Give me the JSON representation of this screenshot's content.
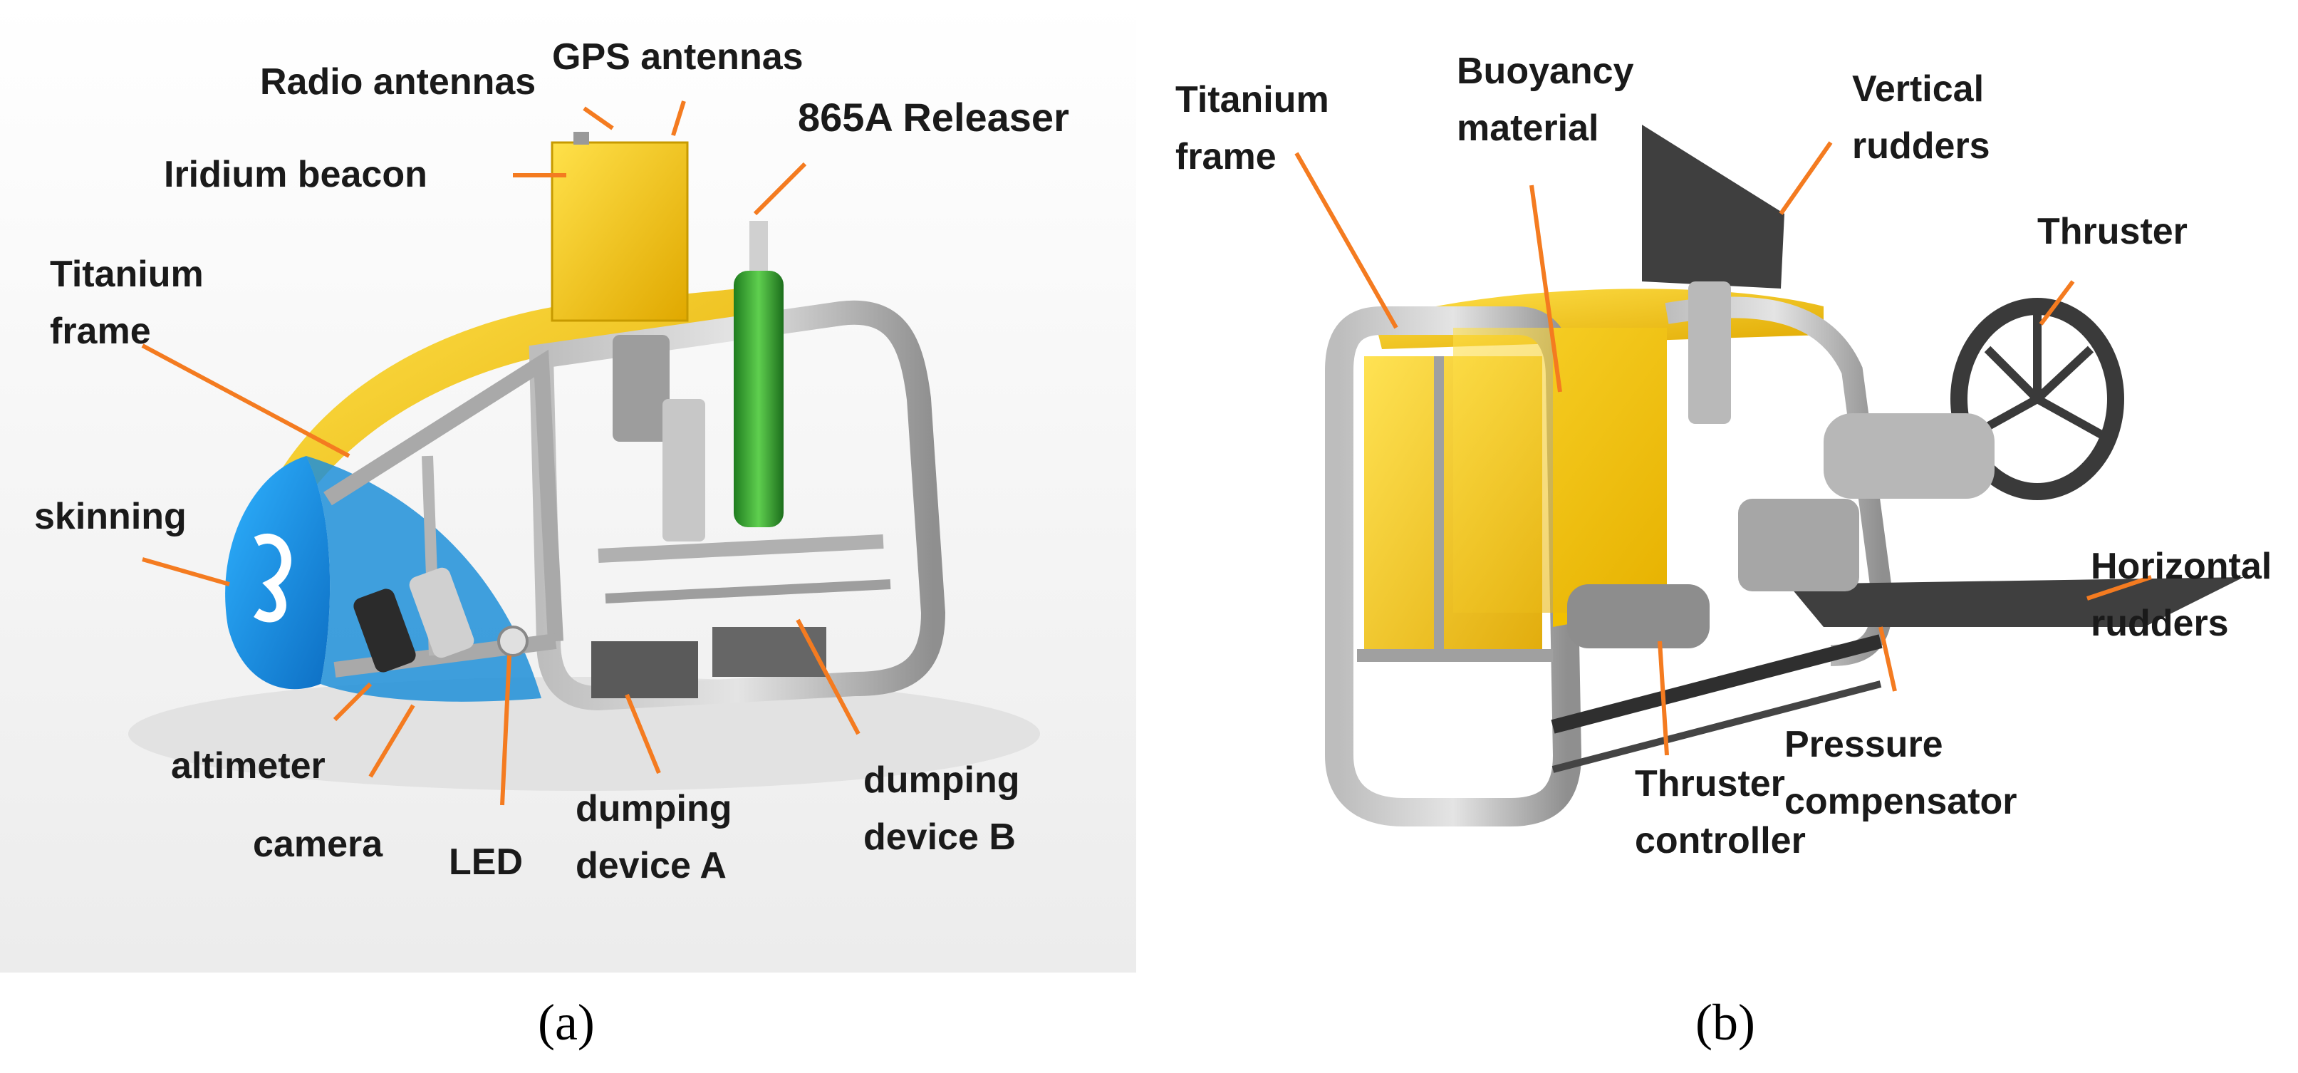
{
  "panels": [
    {
      "caption": "(a)",
      "labels": [
        {
          "id": "gps-antennas",
          "lines": [
            "GPS antennas"
          ]
        },
        {
          "id": "radio-antennas",
          "lines": [
            "Radio antennas"
          ]
        },
        {
          "id": "iridium-beacon",
          "lines": [
            "Iridium beacon"
          ]
        },
        {
          "id": "releaser",
          "lines": [
            "865A Releaser"
          ]
        },
        {
          "id": "titanium-frame-a",
          "lines": [
            "Titanium",
            "frame"
          ]
        },
        {
          "id": "skinning",
          "lines": [
            "skinning"
          ]
        },
        {
          "id": "altimeter",
          "lines": [
            "altimeter"
          ]
        },
        {
          "id": "camera",
          "lines": [
            "camera"
          ]
        },
        {
          "id": "led",
          "lines": [
            "LED"
          ]
        },
        {
          "id": "dumping-device-a",
          "lines": [
            "dumping",
            "device A"
          ]
        },
        {
          "id": "dumping-device-b",
          "lines": [
            "dumping",
            "device B"
          ]
        }
      ]
    },
    {
      "caption": "(b)",
      "labels": [
        {
          "id": "titanium-frame-b",
          "lines": [
            "Titanium",
            "frame"
          ]
        },
        {
          "id": "buoyancy-material",
          "lines": [
            "Buoyancy",
            "material"
          ]
        },
        {
          "id": "vertical-rudders",
          "lines": [
            "Vertical",
            "rudders"
          ]
        },
        {
          "id": "thruster",
          "lines": [
            "Thruster"
          ]
        },
        {
          "id": "horizontal-rudders",
          "lines": [
            "Horizontal",
            "rudders"
          ]
        },
        {
          "id": "pressure-compensator",
          "lines": [
            "Pressure",
            "compensator"
          ]
        },
        {
          "id": "thruster-controller",
          "lines": [
            "Thruster",
            "controller"
          ]
        }
      ]
    }
  ],
  "colors": {
    "leader": "#f47b20",
    "hull": "#f2c400",
    "frame": "#9a9a9a",
    "nose": "#1e9be8",
    "releaser": "#3aa33a"
  }
}
